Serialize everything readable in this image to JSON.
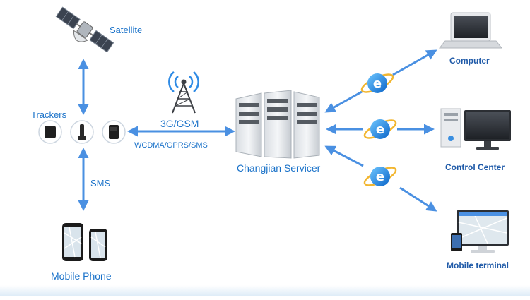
{
  "labels": {
    "satellite": "Satellite",
    "trackers": "Trackers",
    "sms": "SMS",
    "mobile_phone": "Mobile Phone",
    "network_top": "3G/GSM",
    "network_bottom": "WCDMA/GPRS/SMS",
    "server": "Changjian Servicer",
    "computer": "Computer",
    "control_center": "Control Center",
    "mobile_terminal": "Mobile terminal"
  },
  "colors": {
    "arrow": "#4a90e2",
    "label_blue": "#1a72c9",
    "ie_blue": "#1e88e5"
  },
  "icons": {
    "satellite": "satellite-icon",
    "tower": "antenna-tower-icon",
    "server": "server-rack-icon",
    "browser": "internet-explorer-icon",
    "laptop": "laptop-icon",
    "desktop": "desktop-computer-icon",
    "terminal": "monitor-with-map-icon"
  }
}
